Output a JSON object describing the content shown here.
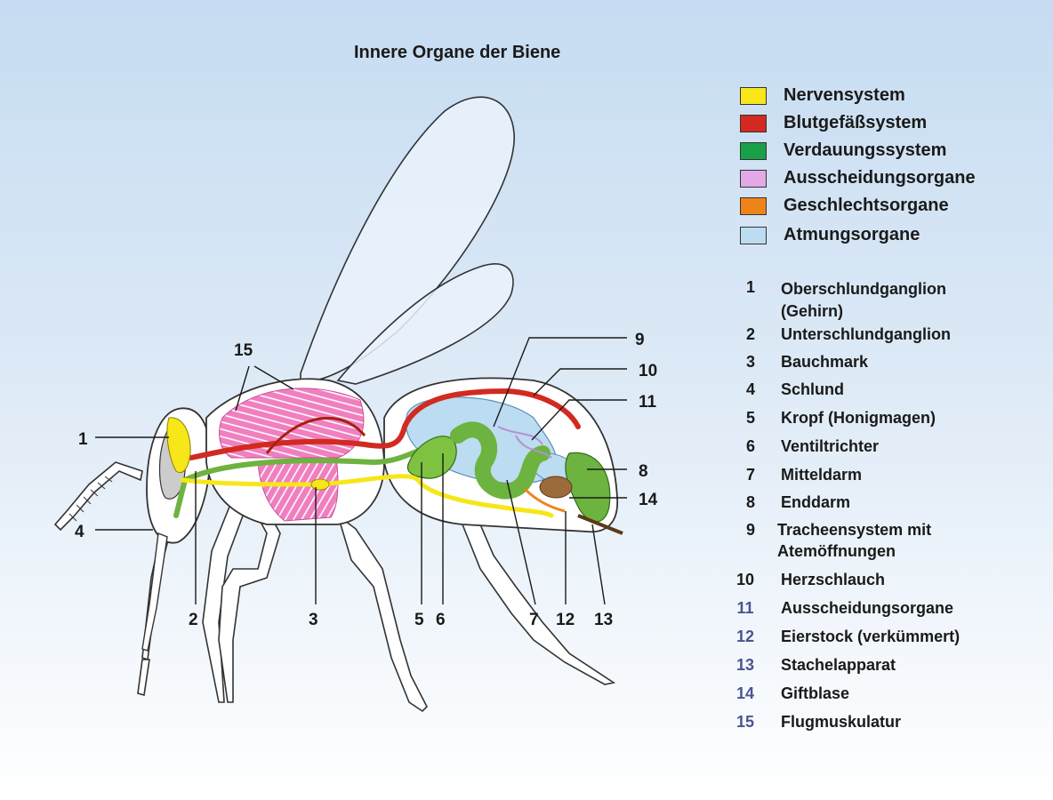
{
  "title": "Innere Organe der Biene",
  "legend": [
    {
      "label": "Nervensystem",
      "color": "#f7e618"
    },
    {
      "label": "Blutgefäßsystem",
      "color": "#d22a20"
    },
    {
      "label": "Verdauungssystem",
      "color": "#1aa049"
    },
    {
      "label": "Ausscheidungsorgane",
      "color": "#e3a9e6"
    },
    {
      "label": "Geschlechtsorgane",
      "color": "#ee8418"
    },
    {
      "label": "Atmungsorgane",
      "color": "#bcdcf1"
    }
  ],
  "key": [
    {
      "num": "1",
      "text": "Oberschlundganglion",
      "text2": "(Gehirn)"
    },
    {
      "num": "2",
      "text": "Unterschlundganglion"
    },
    {
      "num": "3",
      "text": "Bauchmark"
    },
    {
      "num": "4",
      "text": "Schlund"
    },
    {
      "num": "5",
      "text": "Kropf (Honigmagen)"
    },
    {
      "num": "6",
      "text": "Ventiltrichter"
    },
    {
      "num": "7",
      "text": "Mitteldarm"
    },
    {
      "num": "8",
      "text": "Enddarm"
    },
    {
      "num": "9",
      "text": "Tracheensystem mit",
      "text2": "Atemöffnungen"
    },
    {
      "num": "10",
      "text": "Herzschlauch"
    },
    {
      "num": "11",
      "text": "Ausscheidungsorgane"
    },
    {
      "num": "12",
      "text": "Eierstock (verkümmert)"
    },
    {
      "num": "13",
      "text": "Stachelapparat"
    },
    {
      "num": "14",
      "text": "Giftblase"
    },
    {
      "num": "15",
      "text": "Flugmuskulatur"
    }
  ],
  "callouts": {
    "c1": "1",
    "c2": "2",
    "c3": "3",
    "c4": "4",
    "c5": "5",
    "c6": "6",
    "c7": "7",
    "c8": "8",
    "c9": "9",
    "c10": "10",
    "c11": "11",
    "c12": "12",
    "c13": "13",
    "c14": "14",
    "c15": "15"
  }
}
